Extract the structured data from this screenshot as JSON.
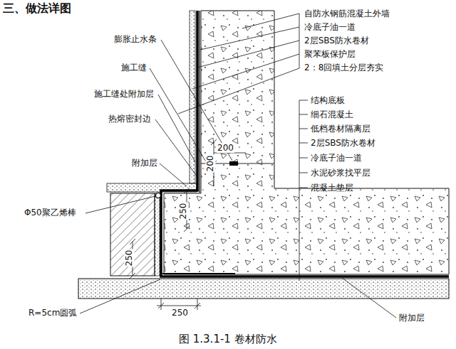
{
  "diagram": {
    "title": "三、做法详图",
    "caption": "图 1.3.1-1 卷材防水",
    "labels": [
      "自防水钢筋混凝土外墙",
      "冷底子油一道",
      "2层SBS防水卷材",
      "聚苯板保护层",
      "2：8回填土分层夯实",
      "结构底板",
      "细石混凝土",
      "低档卷材隔离层",
      "2层SBS防水卷材",
      "冷底子油一道",
      "水泥砂浆找平层",
      "混凝土垫层",
      "膨胀止水条",
      "施工缝",
      "施工缝处附加层",
      "热熔密封边",
      "附加层",
      "Φ50聚乙烯棒",
      "R=5cm圆弧",
      "附加层",
      "200",
      "200",
      "250",
      "250",
      "250"
    ]
  }
}
